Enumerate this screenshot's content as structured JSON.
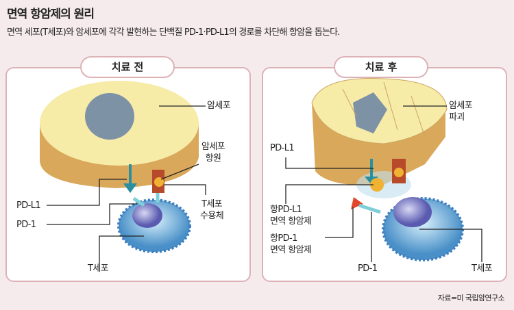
{
  "title": "면역 항암제의 원리",
  "subtitle": "면역 세포(T세포)와 암세포에 각각 발현하는 단백질 PD-1·PD-L1의 경로를 차단해 항암을 돕는다.",
  "before": {
    "heading": "치료 전",
    "cancer_cell": "암세포",
    "antigen": "암세포\n항원",
    "pdl1": "PD-L1",
    "pd1": "PD-1",
    "receptor": "T세포\n수용체",
    "tcell": "T세포"
  },
  "after": {
    "heading": "치료 후",
    "cancer_destroyed": "암세포\n파괴",
    "pdl1": "PD-L1",
    "anti_pdl1": "항PD-L1\n면역 항암제",
    "anti_pd1": "항PD-1\n면역 항암제",
    "pd1": "PD-1",
    "tcell": "T세포"
  },
  "source": "자료=미 국립암연구소"
}
